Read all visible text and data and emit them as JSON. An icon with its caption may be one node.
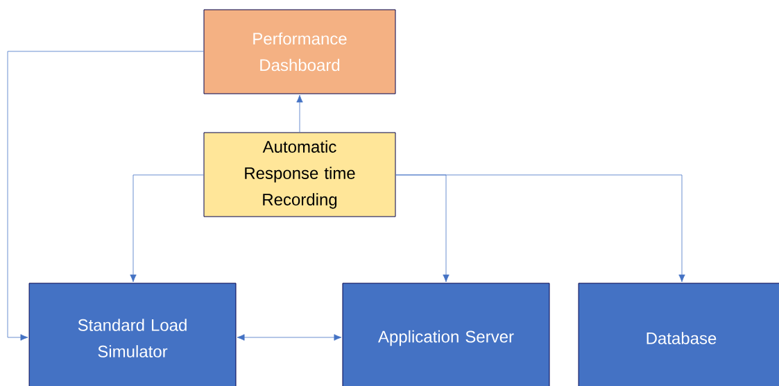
{
  "diagram": {
    "nodes": [
      {
        "text": [
          "Performance Dashboard"
        ]
      },
      {
        "text": [
          "Automatic Response time Recording"
        ]
      },
      {
        "text": [
          "Standard Load Simulator"
        ]
      },
      {
        "text": [
          "Application Server"
        ]
      },
      {
        "text": [
          "Database"
        ]
      }
    ],
    "edges": [
      {
        "from": 1,
        "to": 0,
        "arrow": "to"
      },
      {
        "from": 0,
        "to": 2,
        "arrow": "to"
      },
      {
        "from": 1,
        "to": 2,
        "arrow": "to"
      },
      {
        "from": 1,
        "to": 3,
        "arrow": "to"
      },
      {
        "from": 1,
        "to": 4,
        "arrow": "to"
      },
      {
        "from": 2,
        "to": 3,
        "arrow": "both"
      }
    ]
  }
}
